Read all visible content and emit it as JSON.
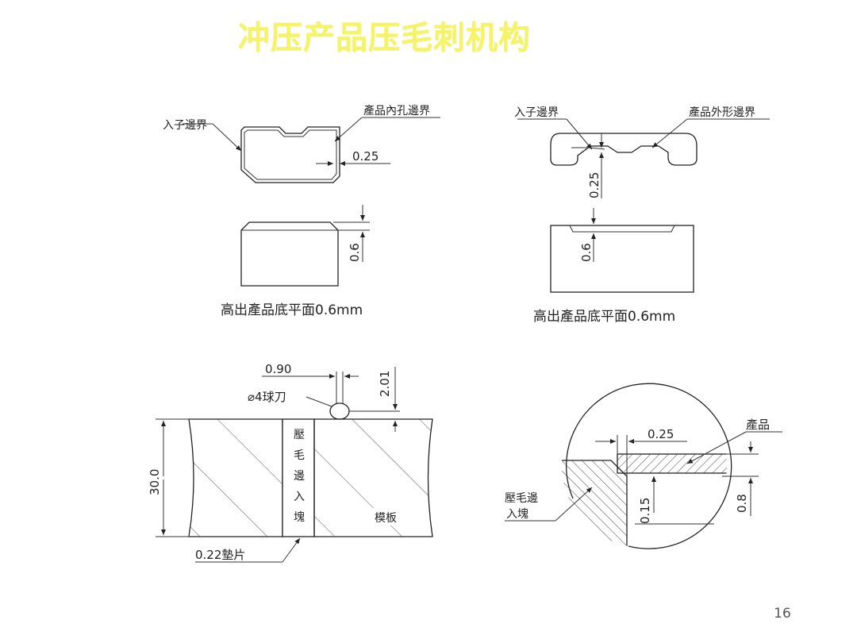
{
  "title": "冲压产品压毛刺机构",
  "page_number": "16",
  "colors": {
    "title": "#f5f36a",
    "lines": "#222222",
    "hatch": "#555555"
  },
  "fig1": {
    "insert_boundary": "入子邊界",
    "inner_hole_boundary": "產品內孔邊界",
    "offset": "0.25",
    "height": "0.6",
    "caption": "高出產品底平面0.6mm"
  },
  "fig2": {
    "insert_boundary": "入子邊界",
    "outer_shape_boundary": "產品外形邊界",
    "offset": "0.25",
    "height": "0.6",
    "caption": "高出產品底平面0.6mm"
  },
  "fig3": {
    "width_dim": "0.90",
    "height_dim": "2.01",
    "ball_cutter": "⌀4球刀",
    "total_height": "30.0",
    "insert_label": [
      "壓",
      "毛",
      "邊",
      "入",
      "塊"
    ],
    "template_label": "模板",
    "shim": "0.22墊片"
  },
  "fig4": {
    "offset": "0.25",
    "product": "產品",
    "insert_label_1": "壓毛邊",
    "insert_label_2": "入塊",
    "dim_015": "0.15",
    "dim_08": "0.8"
  }
}
